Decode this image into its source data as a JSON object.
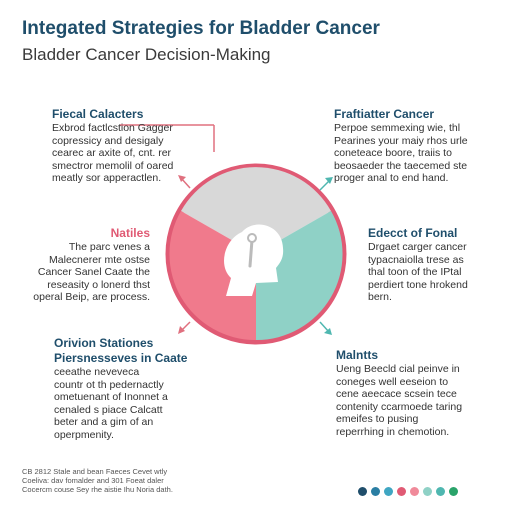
{
  "header": {
    "title": "Integated Strategies for Bladder Cancer",
    "subtitle": "Bladder Cancer Decision-Making"
  },
  "blocks": {
    "top_left": {
      "heading": "Fiecal Calacters",
      "lines": [
        "Exbrod factlcstion Gagger",
        "copressicy and desigaly",
        "cearec ar axite of, cnt. rer",
        "smectror memolil of oared",
        "meatly sor apperactlen."
      ]
    },
    "top_right": {
      "heading": "Fraftiatter Cancer",
      "lines": [
        "Perpoe semmexing wie, thl",
        "Pearines your maiy rhos urle",
        "coneteace boore, traiis to",
        "beosaeder the taecemed ste",
        "proger anal to end hand."
      ]
    },
    "mid_left": {
      "heading": "Natiles",
      "lines": [
        "The parc venes a",
        "Malecnerer mte ostse",
        "Cancer Sanel Caate the",
        "reseasity o lonerd thst",
        "operal Beip, are process."
      ]
    },
    "mid_right": {
      "heading": "Edecct of Fonal",
      "lines": [
        "Drgaet carger cancer",
        "typacnaiolla trese as",
        "thal toon of the IPtal",
        "perdiert tone hrokend",
        "bern."
      ]
    },
    "bottom_left": {
      "heading": "Orivion Stationes",
      "heading2": "Piersnesseves in Caate",
      "lines": [
        "ceeathe neveveca",
        "countr ot th pedernactly",
        "ometuenant of Inonnet a",
        "cenaled s piace Calcatt",
        "beter and a gim of an",
        "operpmenity."
      ]
    },
    "bottom_right": {
      "heading": "Malntts",
      "lines": [
        "Ueng Beecld cial peinve in",
        "coneges well eeseion to",
        "cene aeecace scsein tece",
        "contenity ccarmoede taring",
        "emeifes to pusing",
        "reperrhing in chemotion."
      ]
    }
  },
  "footer": {
    "lines": [
      "CB 2812 Stale and bean Faeces Cevet wtly",
      "Coeliva: dav fomalder and 301 Foeat daler",
      "Cocercm couse Sey rhe aistie Ihu Noria dath."
    ]
  },
  "colors": {
    "ring": "#e05a74",
    "segment_gray": "#d8d8d8",
    "segment_pink": "#f07a8c",
    "segment_teal": "#8fd1c6",
    "arrow_coral": "#e0707f",
    "arrow_teal": "#4fb7b0",
    "title": "#1f4e6b",
    "dots": [
      "#1f4e6b",
      "#2a7ea3",
      "#3fa6c2",
      "#e05a74",
      "#f08a9a",
      "#8fd1c6",
      "#4fb7b0",
      "#2aa36a"
    ]
  },
  "icons": {
    "center": "head-profile-icon"
  }
}
